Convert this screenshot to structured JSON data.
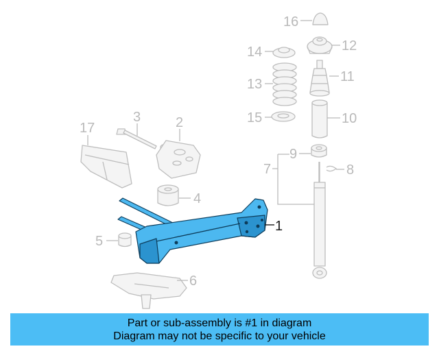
{
  "callouts": {
    "c1": "1",
    "c2": "2",
    "c3": "3",
    "c4": "4",
    "c5": "5",
    "c6": "6",
    "c7": "7",
    "c8": "8",
    "c9": "9",
    "c10": "10",
    "c11": "11",
    "c12": "12",
    "c13": "13",
    "c14": "14",
    "c15": "15",
    "c16": "16",
    "c17": "17"
  },
  "banner": {
    "line1": "Part or sub-assembly is #1 in diagram",
    "line2": "Diagram may not be specific to your vehicle"
  },
  "colors": {
    "highlight_part": "#4cb8f0",
    "banner_background": "#4cbdf5",
    "ghost_parts": "#bdbdbd"
  }
}
